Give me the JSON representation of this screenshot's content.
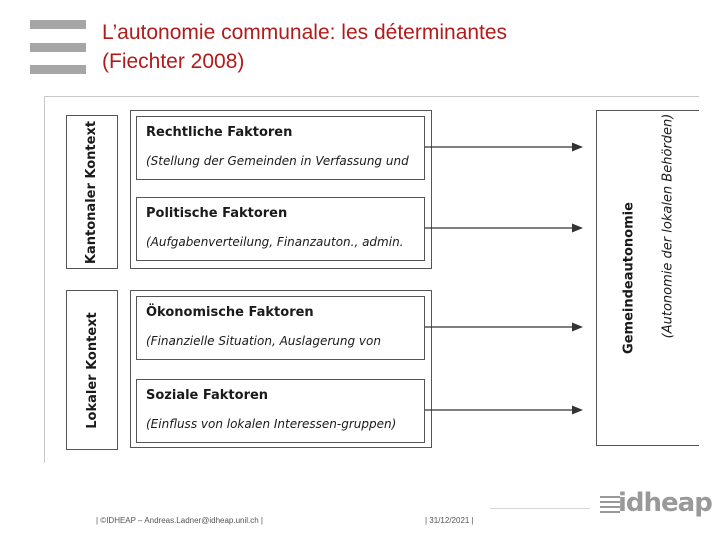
{
  "slide": {
    "title_line1": "L’autonomie communale: les déterminantes",
    "title_line2": "(Fiechter 2008)"
  },
  "diagram": {
    "context_cantonal": "Kantonaler Kontext",
    "context_local": "Lokaler Kontext",
    "factors": [
      {
        "title": "Rechtliche Faktoren",
        "subtitle": "(Stellung der Gemeinden in Verfassung und"
      },
      {
        "title": "Politische Faktoren",
        "subtitle": "(Aufgabenverteilung, Finanzauton., admin."
      },
      {
        "title": "Ökonomische Faktoren",
        "subtitle": "(Finanzielle Situation, Auslagerung von"
      },
      {
        "title": "Soziale Faktoren",
        "subtitle": "(Einfluss von lokalen Interessen-gruppen)"
      }
    ],
    "result_title": "Gemeindeautonomie",
    "result_subtitle": "(Autonomie der lokalen Behörden)"
  },
  "footer": {
    "left": "| ©IDHEAP – Andreas.Ladner@idheap.unil.ch |",
    "date": "| 31/12/2021 |",
    "brand": "idheap"
  },
  "colors": {
    "title": "#b31b1b",
    "logo_gray": "#a6a6a6"
  }
}
